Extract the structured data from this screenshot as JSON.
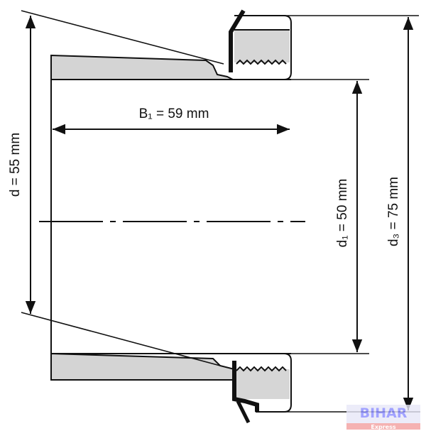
{
  "title": "Adapter sleeve dimensions",
  "labels": {
    "d": "d = 55 mm",
    "b1": "B₁ = 59 mm",
    "d1": "d₁ = 50 mm",
    "d3": "d₃ = 75 mm"
  },
  "watermark": {
    "line1": "BIHAR",
    "line2": "Express"
  },
  "colors": {
    "line": "#111111",
    "fill": "#d4d4d4",
    "nut_fill": "#d6d6d6",
    "watermark_blue": "#8a8cff",
    "watermark_red": "#f3a0a0"
  }
}
